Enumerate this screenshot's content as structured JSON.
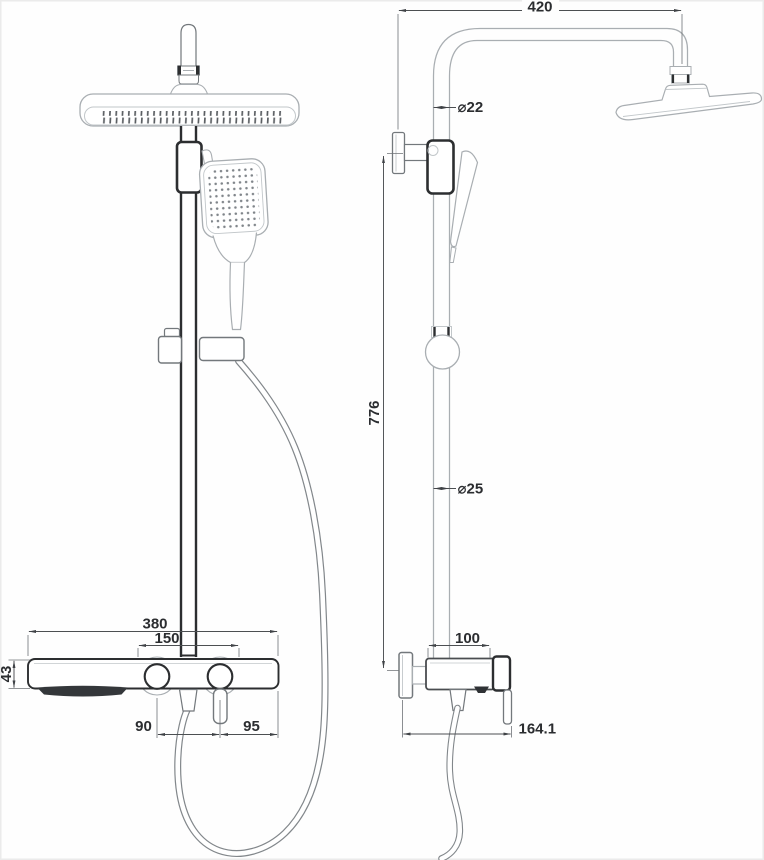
{
  "dimensions": {
    "front": {
      "overall_width": "380",
      "knob_spacing": "150",
      "bar_height": "43",
      "span_left": "90",
      "span_right": "95"
    },
    "side": {
      "arm_reach": "420",
      "arm_diameter": "⌀22",
      "riser_height": "776",
      "riser_diameter": "⌀25",
      "valve_length": "100",
      "overall_depth": "164.1"
    }
  },
  "colors": {
    "line_dark": "#2c2e30",
    "line_light": "#a9aeb2",
    "dimension": "#4c4f52",
    "background": "#fefefe"
  }
}
